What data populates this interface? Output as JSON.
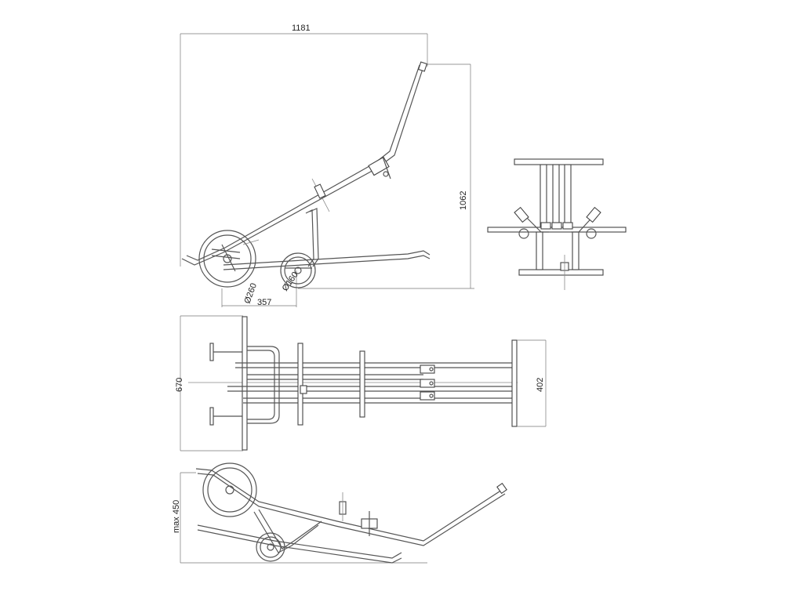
{
  "dimensions": {
    "overall_length": "1181",
    "overall_height": "1062",
    "large_wheel_diameter": "Ø260",
    "small_wheel_diameter": "Ø160",
    "wheel_spacing": "357",
    "top_view_width": "670",
    "end_plate_width": "402",
    "max_height": "max 450"
  }
}
